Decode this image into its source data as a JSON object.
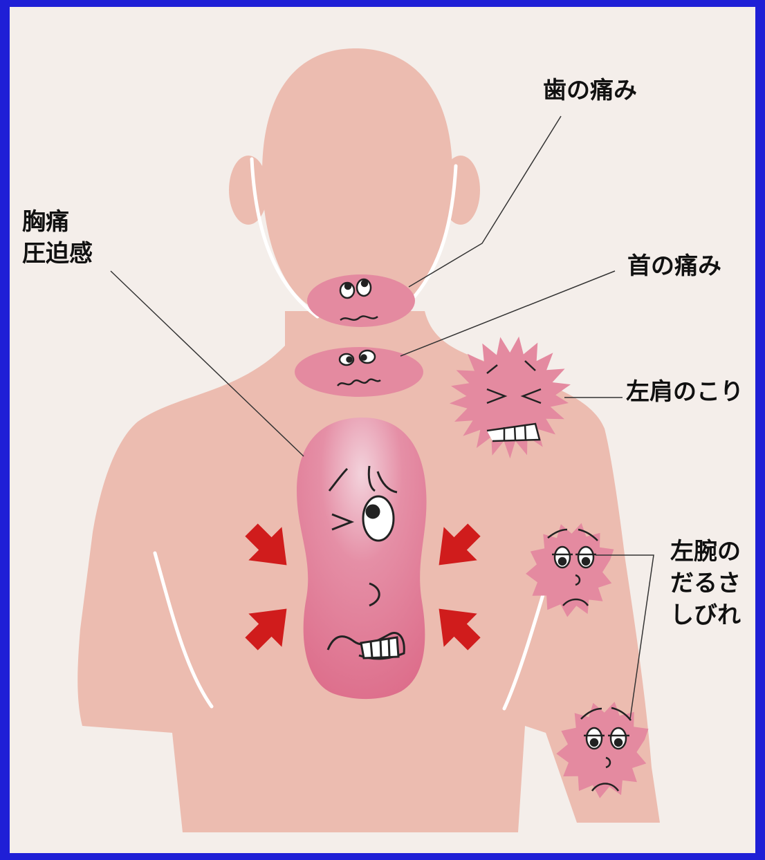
{
  "labels": {
    "tooth_pain": "歯の痛み",
    "chest": {
      "line1": "胸痛",
      "line2": "圧迫感"
    },
    "neck_pain": "首の痛み",
    "left_shoulder": "左肩のこり",
    "left_arm": {
      "line1": "左腕の",
      "line2": "だるさ",
      "line3": "しびれ"
    }
  },
  "colors": {
    "border": "#1f1fd6",
    "background": "#f4eeea",
    "skin": "#ecbcb0",
    "pain_area": "#e48aa0",
    "pain_core": "#dc6a88",
    "arrow": "#d01c1c",
    "outline": "#ffffff",
    "text": "#111111"
  },
  "icons": [
    "pain-face",
    "inward-arrow",
    "spiky-ache-blob"
  ]
}
